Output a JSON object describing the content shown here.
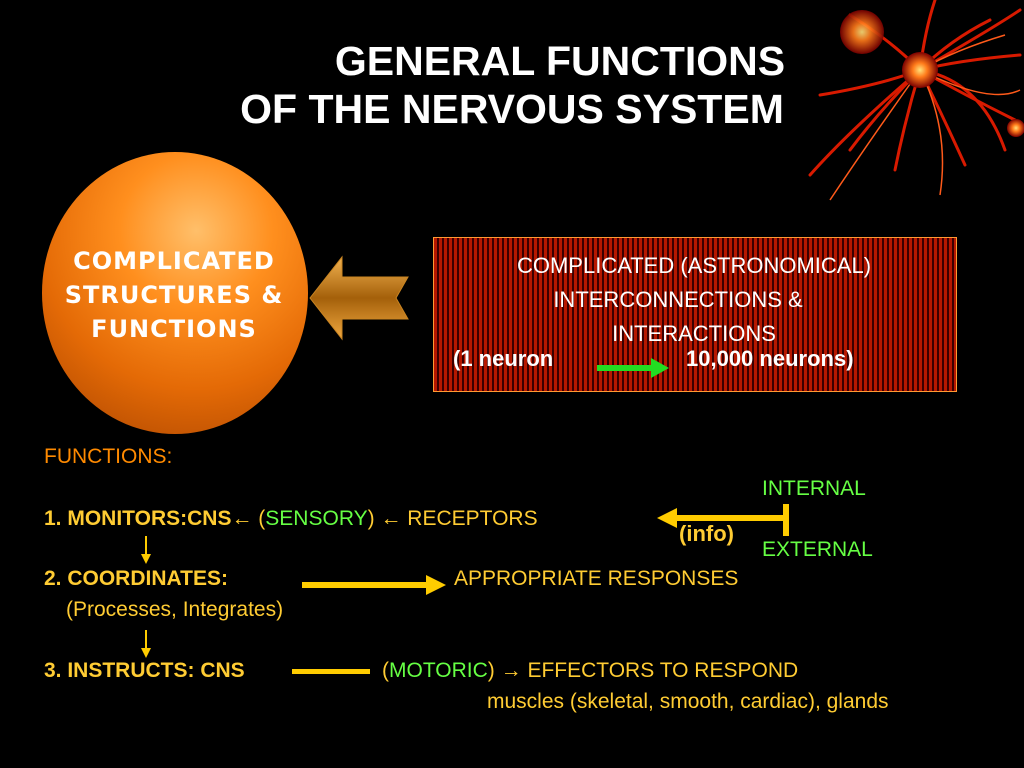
{
  "title": {
    "line1": "GENERAL FUNCTIONS",
    "line2": "OF THE NERVOUS SYSTEM"
  },
  "circle": {
    "line1": "COMPLICATED",
    "line2": "STRUCTURES &",
    "line3": "FUNCTIONS"
  },
  "box": {
    "line1": "COMPLICATED (ASTRONOMICAL)",
    "line2": "INTERCONNECTIONS &",
    "line3": "INTERACTIONS",
    "neuron_left": "(1 neuron",
    "neuron_right": "10,000 neurons)"
  },
  "functions": {
    "heading": "FUNCTIONS:",
    "internal": "INTERNAL",
    "external": "EXTERNAL",
    "info": "(info)",
    "item1": {
      "label": "1. MONITORS:CNS",
      "arrow1": "←",
      "open": " (",
      "sensory": "SENSORY",
      "close": ") ",
      "arrow2": "←",
      "receptors": " RECEPTORS"
    },
    "item2": {
      "label": "2. COORDINATES:",
      "target": "APPROPRIATE RESPONSES",
      "sub": "(Processes, Integrates)"
    },
    "item3": {
      "label": "3. INSTRUCTS: CNS",
      "open": "(",
      "motoric": "MOTORIC",
      "close": ") ",
      "arrow": "→",
      "effectors": " EFFECTORS TO RESPOND",
      "sub": "muscles (skeletal, smooth, cardiac), glands"
    }
  },
  "colors": {
    "background": "#000000",
    "yellow": "#ffcc33",
    "green": "#66ff44",
    "orange": "#ff8a00",
    "arrow_yellow": "#ffcc00",
    "arrow_green": "#22dd22"
  }
}
